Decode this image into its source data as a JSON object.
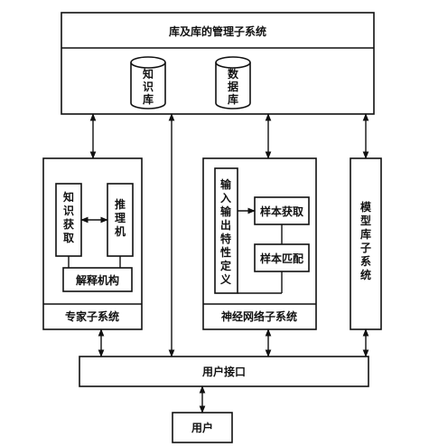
{
  "top_system": {
    "title": "库及库的管理子系统"
  },
  "databases": [
    {
      "label": "知识库"
    },
    {
      "label": "数据库"
    }
  ],
  "expert_subsystem": {
    "title": "专家子系统",
    "knowledge_acquisition": "知识获取",
    "inference_engine": "推理机",
    "explanation": "解释机构"
  },
  "neural_subsystem": {
    "title": "神经网络子系统",
    "io_definition": "输入输出特性定义",
    "sample_acquisition": "样本获取",
    "sample_matching": "样本匹配"
  },
  "model_library": {
    "title": "模型库子系统"
  },
  "user_interface": {
    "title": "用户接口"
  },
  "user": {
    "title": "用户"
  }
}
